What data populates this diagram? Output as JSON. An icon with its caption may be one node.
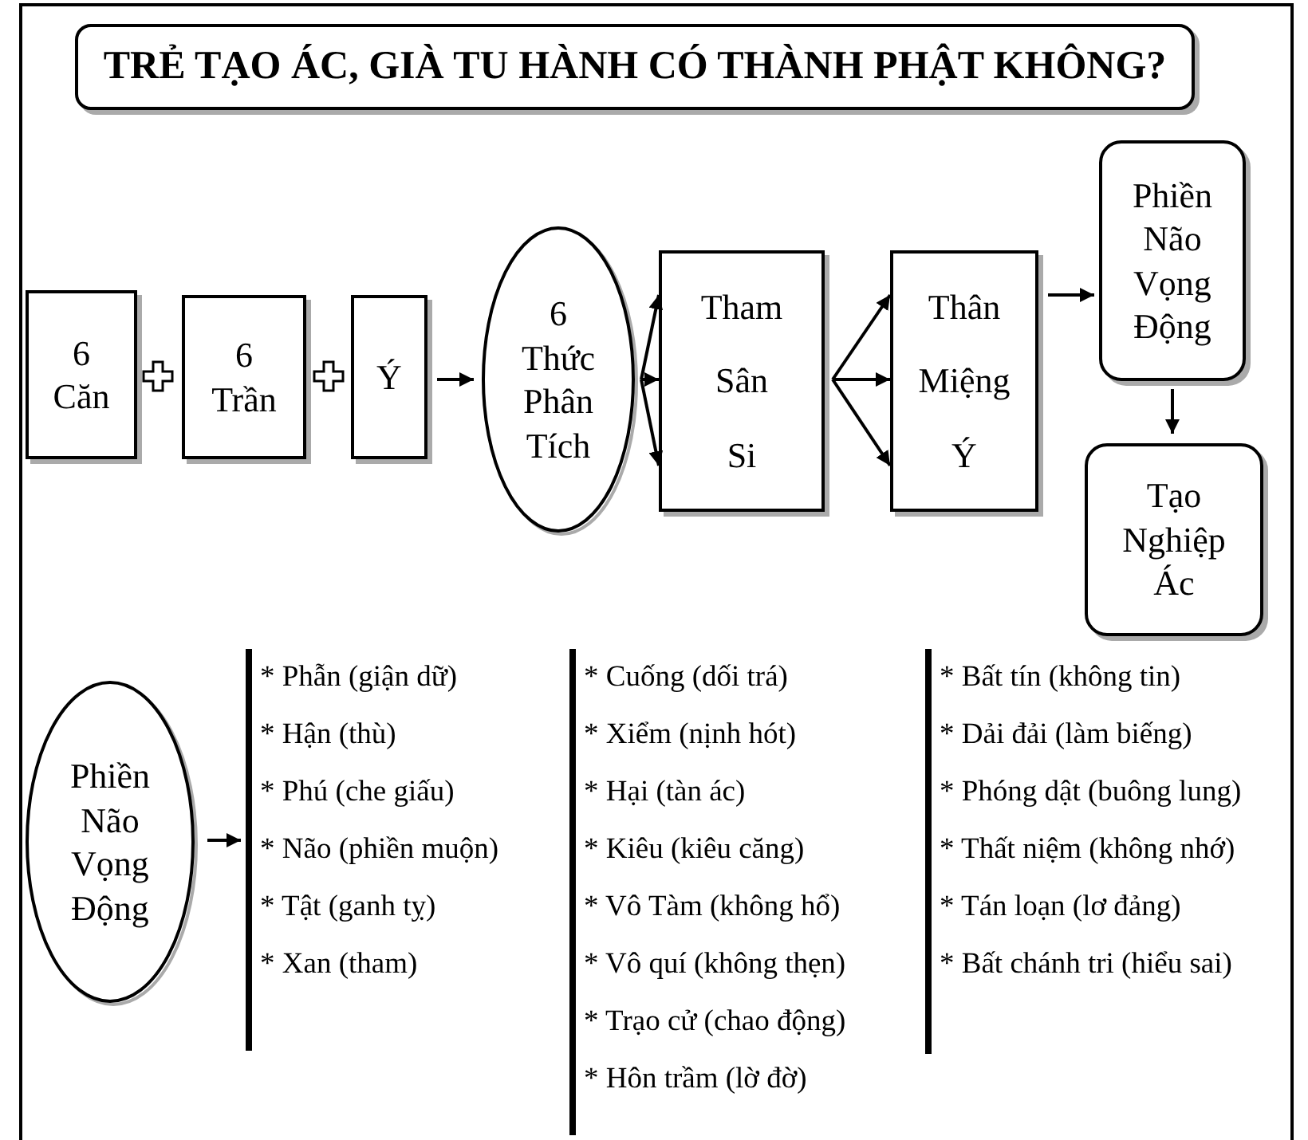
{
  "diagram": {
    "title": "TRẺ TẠO ÁC, GIÀ TU HÀNH CÓ THÀNH PHẬT KHÔNG?",
    "nodes": [
      {
        "text": [
          "6 Căn"
        ]
      },
      {
        "text": [
          "6 Trần"
        ]
      },
      {
        "text": [
          "Ý"
        ]
      },
      {
        "text": [
          "6 Thức Phân Tích"
        ]
      },
      {
        "text": [
          "Tham",
          "Sân",
          "Si"
        ]
      },
      {
        "text": [
          "Thân",
          "Miệng",
          "Ý"
        ]
      },
      {
        "text": [
          "Phiền Não Vọng Động"
        ]
      },
      {
        "text": [
          "Tạo Nghiệp Ác"
        ]
      },
      {
        "text": [
          "Phiền Não Vọng Động"
        ]
      },
      {
        "text": [
          "* Phẫn (giận dữ)",
          "* Hận (thù)",
          "* Phú (che giấu)",
          "* Não (phiền muộn)",
          "* Tật (ganh tỵ)",
          "* Xan (tham)"
        ]
      },
      {
        "text": [
          "* Cuống (dối trá)",
          "* Xiểm (nịnh hót)",
          "* Hại (tàn ác)",
          "* Kiêu (kiêu căng)",
          "* Vô Tàm (không hổ)",
          "* Vô quí (không thẹn)",
          "* Trạo cử (chao động)",
          "* Hôn trầm (lờ đờ)"
        ]
      },
      {
        "text": [
          "* Bất tín (không tin)",
          "* Dải đải (làm biếng)",
          "* Phóng dật (buông lung)",
          "* Thất niệm (không nhớ)",
          "* Tán loạn (lơ đảng)",
          "* Bất chánh tri (hiểu sai)"
        ]
      }
    ],
    "edges": [
      {
        "from": 2,
        "to": 3,
        "arrow": "to"
      },
      {
        "from": 3,
        "to": 4,
        "arrow": "to"
      },
      {
        "from": 3,
        "to": 4,
        "arrow": "to"
      },
      {
        "from": 3,
        "to": 4,
        "arrow": "to"
      },
      {
        "from": 4,
        "to": 5,
        "arrow": "to"
      },
      {
        "from": 4,
        "to": 5,
        "arrow": "to"
      },
      {
        "from": 4,
        "to": 5,
        "arrow": "to"
      },
      {
        "from": 5,
        "to": 6,
        "arrow": "to"
      },
      {
        "from": 6,
        "to": 7,
        "arrow": "to"
      },
      {
        "from": 8,
        "to": 9,
        "arrow": "to"
      }
    ]
  }
}
